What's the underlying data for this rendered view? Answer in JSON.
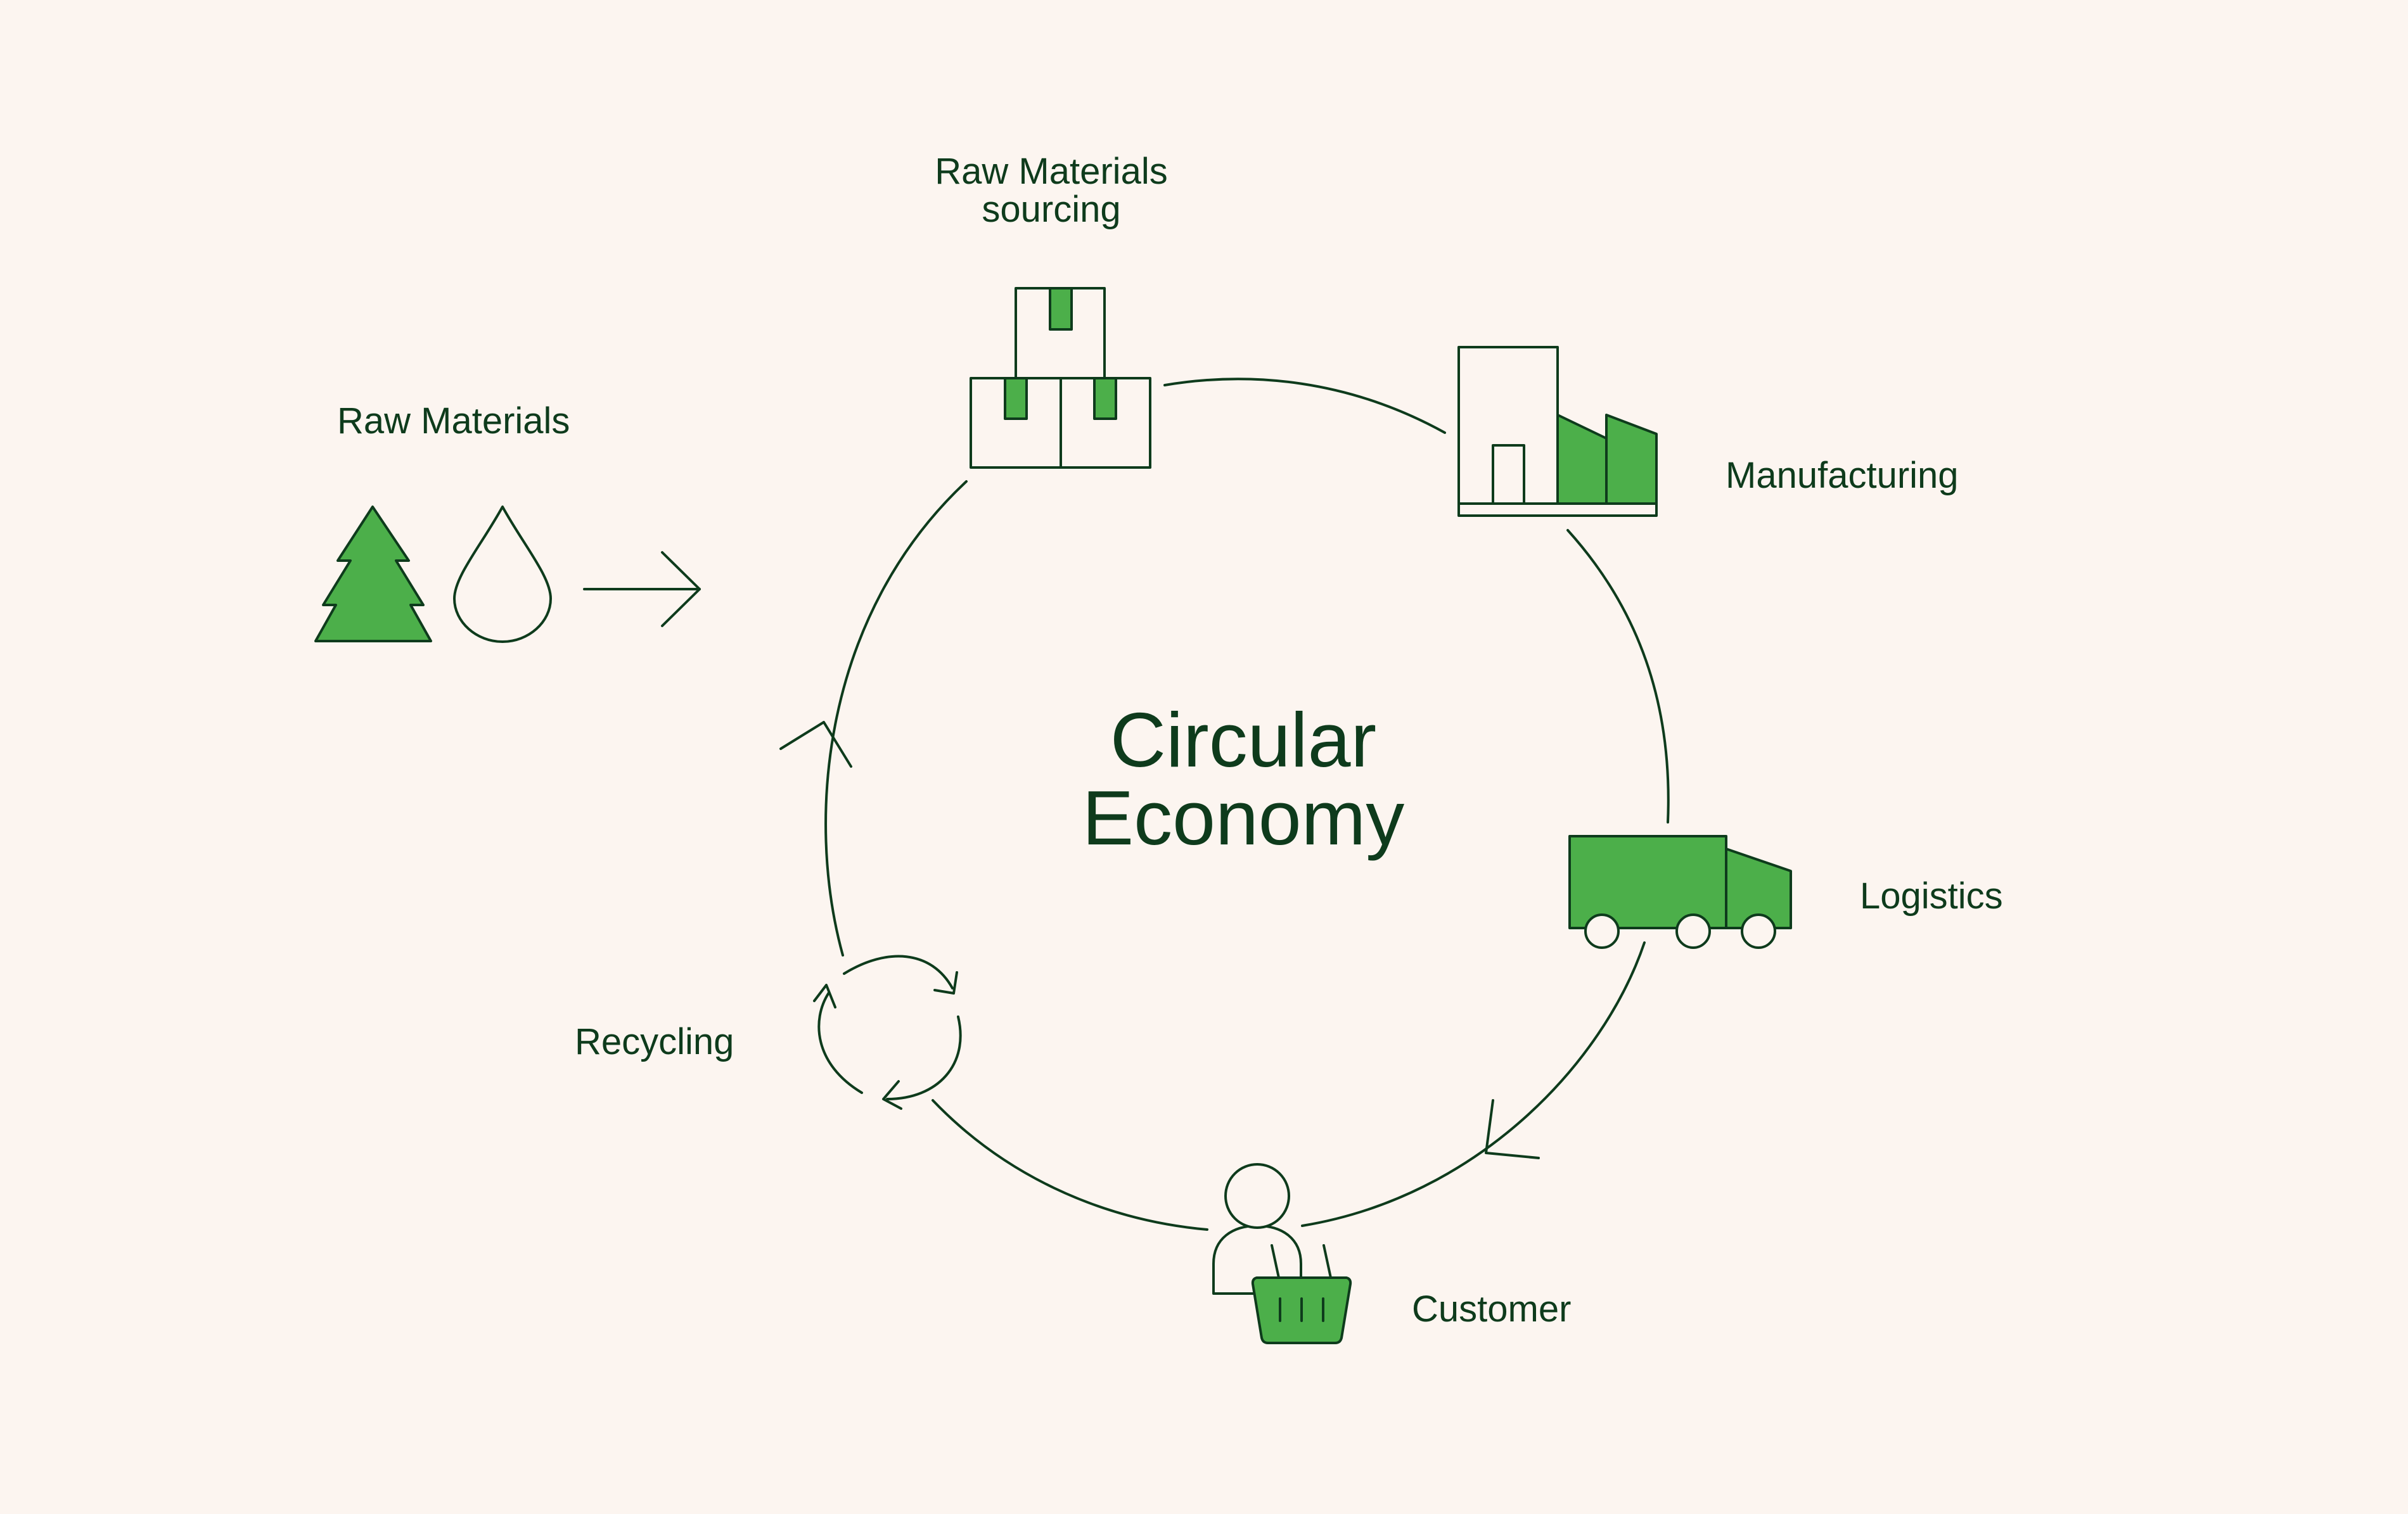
{
  "title": {
    "line1": "Circular",
    "line2": "Economy"
  },
  "stages": {
    "raw_materials": "Raw Materials",
    "sourcing_line1": "Raw Materials",
    "sourcing_line2": "sourcing",
    "manufacturing": "Manufacturing",
    "logistics": "Logistics",
    "customer": "Customer",
    "recycling": "Recycling"
  },
  "colors": {
    "background": "#fcf5f0",
    "ink": "#0e3b1c",
    "accent_green": "#4caf4a"
  },
  "icons": {
    "raw_materials": [
      "tree-icon",
      "water-drop-icon",
      "arrow-right-icon"
    ],
    "sourcing": "stacked-boxes-icon",
    "manufacturing": "factory-icon",
    "logistics": "truck-icon",
    "customer": "shopper-with-basket-icon",
    "recycling": "recycle-arrows-icon"
  }
}
